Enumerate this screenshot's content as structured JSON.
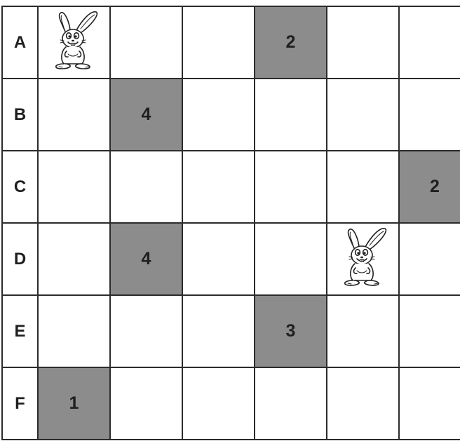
{
  "board": {
    "rows": [
      {
        "label": "A",
        "cells": [
          {
            "shaded": false,
            "value": "",
            "icon": "bunny-icon"
          },
          {
            "shaded": false,
            "value": ""
          },
          {
            "shaded": false,
            "value": ""
          },
          {
            "shaded": true,
            "value": "2"
          },
          {
            "shaded": false,
            "value": ""
          },
          {
            "shaded": false,
            "value": ""
          }
        ]
      },
      {
        "label": "B",
        "cells": [
          {
            "shaded": false,
            "value": ""
          },
          {
            "shaded": true,
            "value": "4"
          },
          {
            "shaded": false,
            "value": ""
          },
          {
            "shaded": false,
            "value": ""
          },
          {
            "shaded": false,
            "value": ""
          },
          {
            "shaded": false,
            "value": ""
          }
        ]
      },
      {
        "label": "C",
        "cells": [
          {
            "shaded": false,
            "value": ""
          },
          {
            "shaded": false,
            "value": ""
          },
          {
            "shaded": false,
            "value": ""
          },
          {
            "shaded": false,
            "value": ""
          },
          {
            "shaded": false,
            "value": ""
          },
          {
            "shaded": true,
            "value": "2"
          }
        ]
      },
      {
        "label": "D",
        "cells": [
          {
            "shaded": false,
            "value": ""
          },
          {
            "shaded": true,
            "value": "4"
          },
          {
            "shaded": false,
            "value": ""
          },
          {
            "shaded": false,
            "value": ""
          },
          {
            "shaded": false,
            "value": "",
            "icon": "bunny-icon"
          },
          {
            "shaded": false,
            "value": ""
          }
        ]
      },
      {
        "label": "E",
        "cells": [
          {
            "shaded": false,
            "value": ""
          },
          {
            "shaded": false,
            "value": ""
          },
          {
            "shaded": false,
            "value": ""
          },
          {
            "shaded": true,
            "value": "3"
          },
          {
            "shaded": false,
            "value": ""
          },
          {
            "shaded": false,
            "value": ""
          }
        ]
      },
      {
        "label": "F",
        "cells": [
          {
            "shaded": true,
            "value": "1"
          },
          {
            "shaded": false,
            "value": ""
          },
          {
            "shaded": false,
            "value": ""
          },
          {
            "shaded": false,
            "value": ""
          },
          {
            "shaded": false,
            "value": ""
          },
          {
            "shaded": false,
            "value": ""
          }
        ]
      }
    ],
    "colors": {
      "shaded": "#8c8c8c",
      "grid": "#2b2b2b",
      "background": "#ffffff"
    }
  }
}
